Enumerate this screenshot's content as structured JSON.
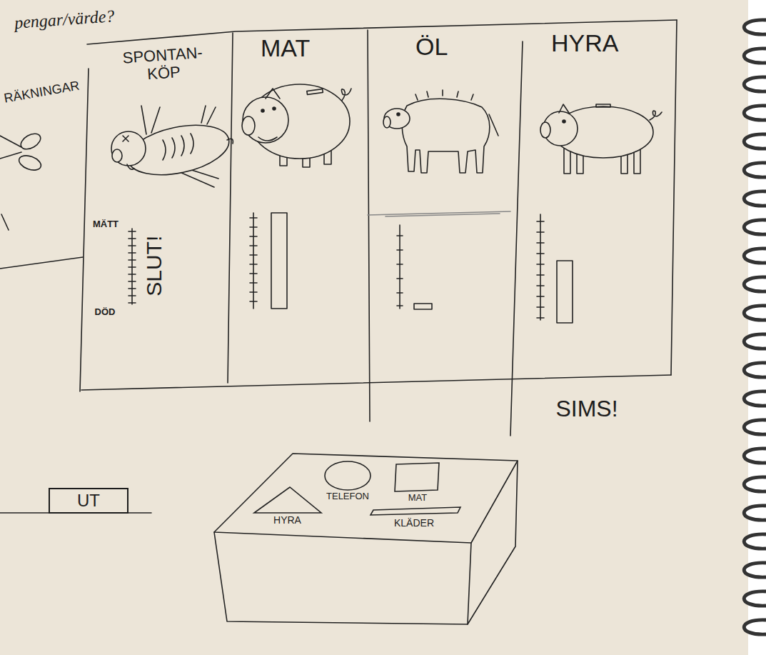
{
  "diagram": {
    "nodes": [
      {
        "text": [
          "RÄKNINGAR"
        ]
      },
      {
        "text": [
          "SPONTAN-KÖP"
        ]
      },
      {
        "text": [
          "MAT"
        ]
      },
      {
        "text": [
          "ÖL"
        ]
      },
      {
        "text": [
          "HYRA"
        ]
      },
      {
        "text": [
          "UT"
        ]
      },
      {
        "text": [
          "TELEFON"
        ]
      },
      {
        "text": [
          "MAT"
        ]
      },
      {
        "text": [
          "HYRA"
        ]
      },
      {
        "text": [
          "KLÄDER"
        ]
      }
    ],
    "labels": [
      "pengar/värde?",
      "MÄTT",
      "DÖD",
      "SLUT!",
      "SIMS!"
    ]
  }
}
